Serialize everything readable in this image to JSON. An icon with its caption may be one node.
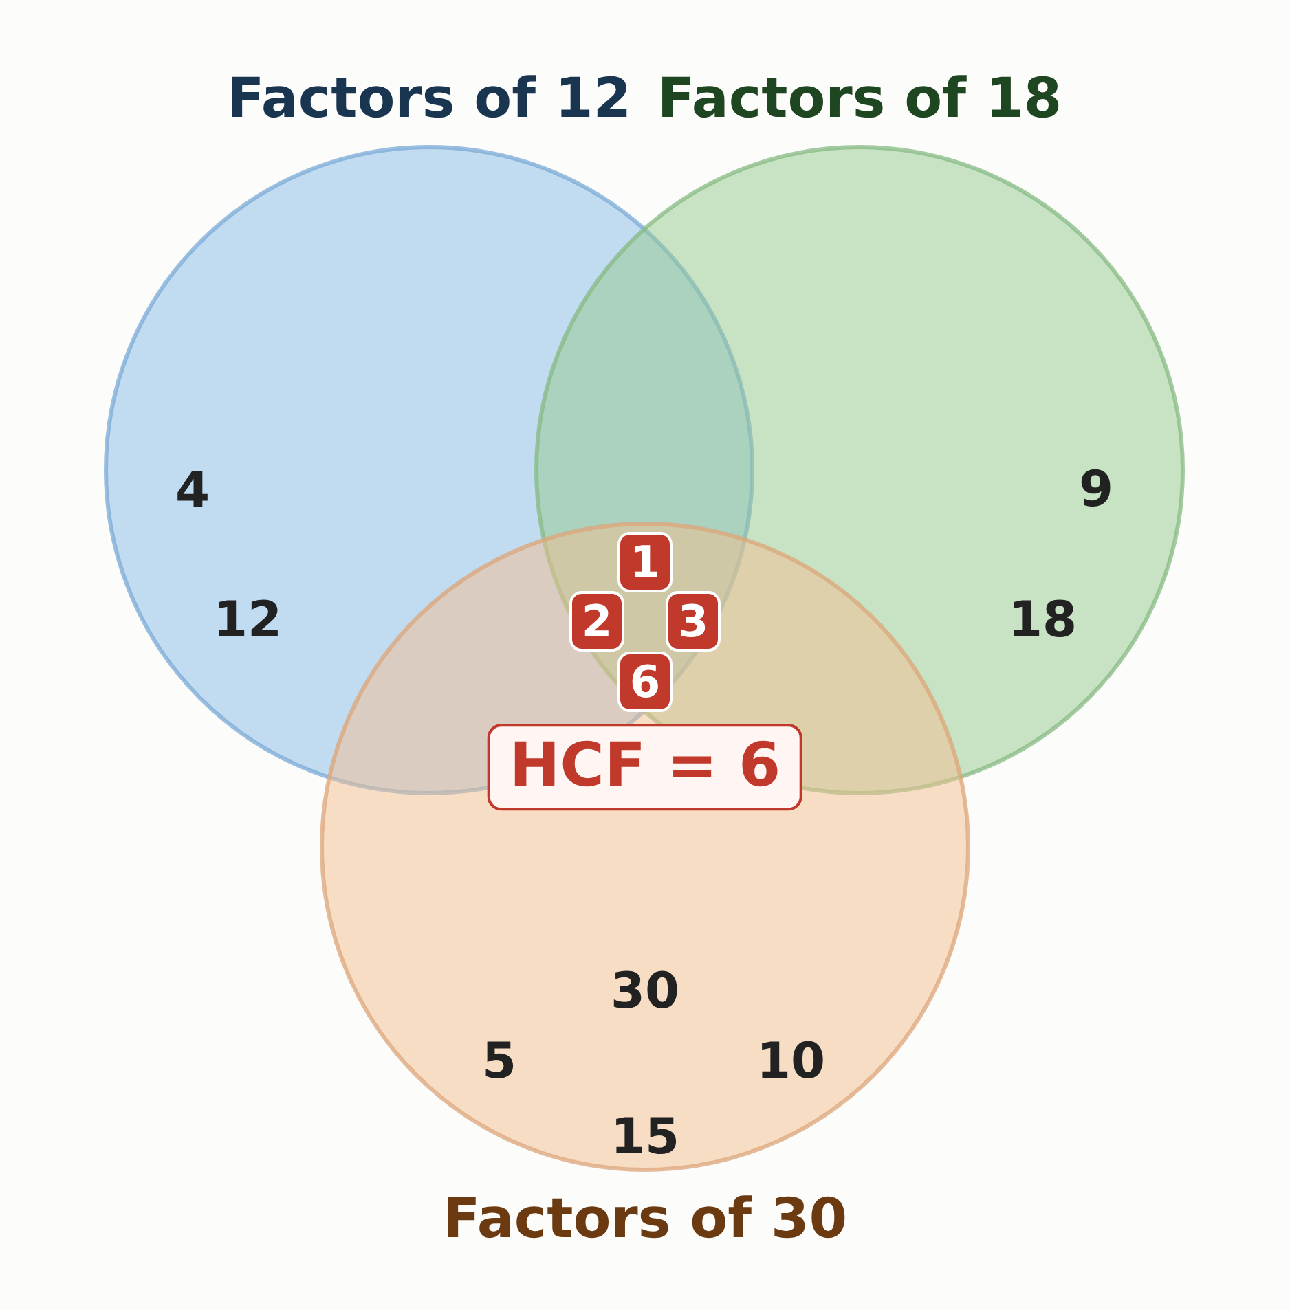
{
  "diagram": {
    "nodes": [
      {
        "text": [
          "Factors of 12",
          "4",
          "12"
        ]
      },
      {
        "text": [
          "Factors of 18",
          "9",
          "18"
        ]
      },
      {
        "text": [
          "30",
          "5",
          "10",
          "15",
          "Factors of 30"
        ]
      },
      {
        "text": [
          "1"
        ]
      },
      {
        "text": [
          "2"
        ]
      },
      {
        "text": [
          "3"
        ]
      },
      {
        "text": [
          "6"
        ]
      },
      {
        "text": [
          "HCF = 6"
        ],
        "in": 2
      }
    ]
  }
}
